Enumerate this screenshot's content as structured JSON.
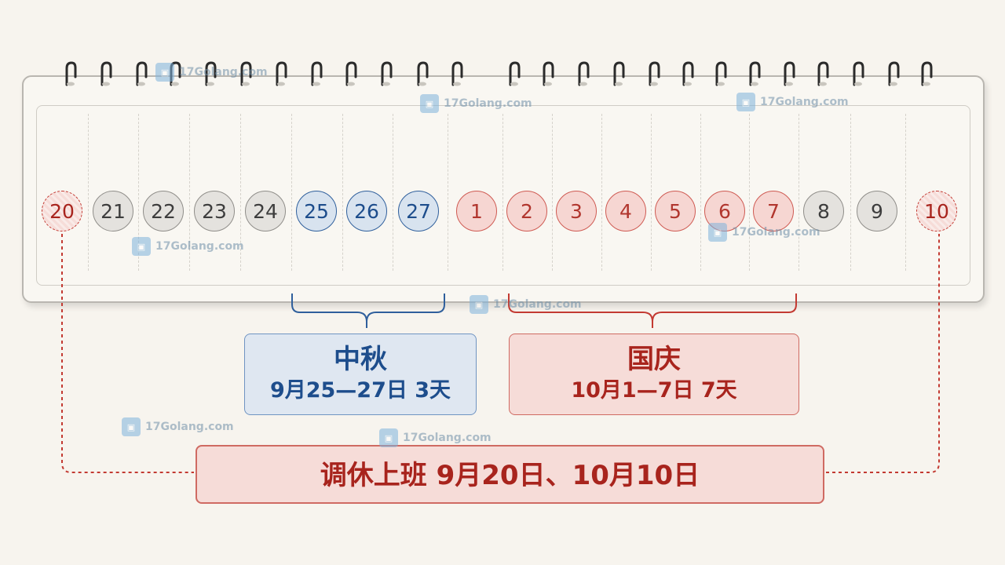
{
  "days": [
    {
      "label": "20",
      "kind": "work"
    },
    {
      "label": "21",
      "kind": "normal"
    },
    {
      "label": "22",
      "kind": "normal"
    },
    {
      "label": "23",
      "kind": "normal"
    },
    {
      "label": "24",
      "kind": "normal"
    },
    {
      "label": "25",
      "kind": "mid"
    },
    {
      "label": "26",
      "kind": "mid"
    },
    {
      "label": "27",
      "kind": "mid"
    },
    {
      "label": "1",
      "kind": "nat"
    },
    {
      "label": "2",
      "kind": "nat"
    },
    {
      "label": "3",
      "kind": "nat"
    },
    {
      "label": "4",
      "kind": "nat"
    },
    {
      "label": "5",
      "kind": "nat"
    },
    {
      "label": "6",
      "kind": "nat"
    },
    {
      "label": "7",
      "kind": "nat"
    },
    {
      "label": "8",
      "kind": "normal"
    },
    {
      "label": "9",
      "kind": "normal"
    },
    {
      "label": "10",
      "kind": "work"
    }
  ],
  "mid_autumn": {
    "title": "中秋",
    "dates": "9月25—27日 3天"
  },
  "national_day": {
    "title": "国庆",
    "dates": "10月1—7日 7天"
  },
  "makeup_work": {
    "text": "调休上班 9月20日、10月10日"
  },
  "watermark": {
    "text": "17Golang.com"
  },
  "colors": {
    "mid_autumn": "#1d4d8c",
    "national_day": "#a8241d",
    "normal": "#3d3d3d",
    "background": "#f7f4ee"
  }
}
